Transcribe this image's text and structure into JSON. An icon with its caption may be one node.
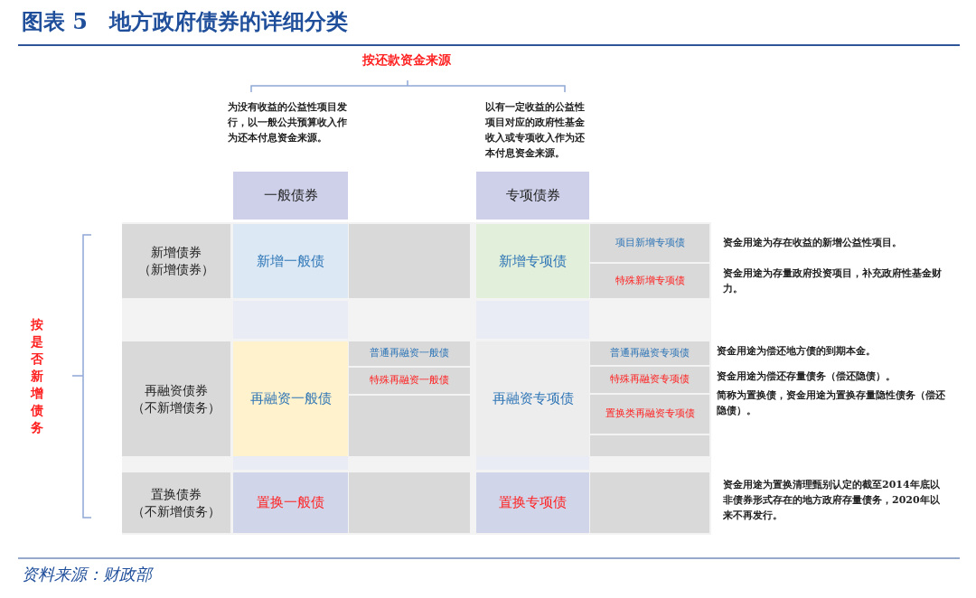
{
  "diagram": {
    "title": "图表 5　地方政府债券的详细分类",
    "caption": "资料来源：财政部",
    "nodes": [
      {
        "text": [
          "一般债券"
        ],
        "beside": [
          "为没有收益的公益性项目发行，以一般公共预算收入作为还本付息资金来源。"
        ]
      },
      {
        "text": [
          "专项债券"
        ],
        "beside": [
          "以有一定收益的公益性项目对应的政府性基金收入或专项收入作为还本付息资金来源。"
        ]
      },
      {
        "text": [
          "新增债券（新增债券）"
        ]
      },
      {
        "text": [
          "新增一般债"
        ]
      },
      {
        "text": [
          "新增专项债"
        ]
      },
      {
        "text": [
          "项目新增专项债"
        ],
        "beside": [
          "资金用途为存在收益的新增公益性项目。"
        ]
      },
      {
        "text": [
          "特殊新增专项债"
        ],
        "beside": [
          "资金用途为存量政府投资项目，补充政府性基金财力。"
        ]
      },
      {
        "text": [
          "再融资债券（不新增债务）"
        ]
      },
      {
        "text": [
          "再融资一般债"
        ]
      },
      {
        "text": [
          "普通再融资一般债"
        ]
      },
      {
        "text": [
          "特殊再融资一般债"
        ]
      },
      {
        "text": [
          "再融资专项债"
        ]
      },
      {
        "text": [
          "普通再融资专项债"
        ],
        "beside": [
          "资金用途为偿还地方债的到期本金。"
        ]
      },
      {
        "text": [
          "特殊再融资专项债"
        ],
        "beside": [
          "资金用途为偿还存量债务（偿还隐债）。"
        ]
      },
      {
        "text": [
          "置换类再融资专项债"
        ],
        "beside": [
          "简称为置换债，资金用途为置换存量隐性债务（偿还隐债）。"
        ]
      },
      {
        "text": [
          "置换债券（不新增债务）"
        ]
      },
      {
        "text": [
          "置换一般债"
        ]
      },
      {
        "text": [
          "置换专项债"
        ]
      },
      {
        "text": [],
        "shape": "box",
        "beside": [
          "资金用途为置换清理甄别认定的截至2014年底以非债券形式存在的地方政府存量债务，2020年以来不再发行。"
        ]
      }
    ],
    "labels": [
      "按还款资金来源",
      "按是否新增债务"
    ]
  }
}
